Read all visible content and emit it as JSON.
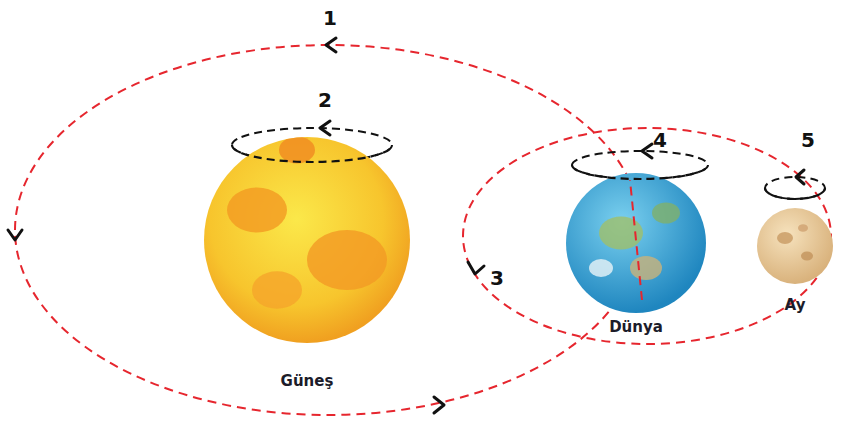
{
  "diagram": {
    "nodes": [
      {
        "text": [
          "Güneş"
        ]
      },
      {
        "text": [
          "Dünya"
        ]
      },
      {
        "text": [
          "Ay"
        ]
      }
    ],
    "labels": [
      "1",
      "2",
      "3",
      "4",
      "5"
    ]
  }
}
